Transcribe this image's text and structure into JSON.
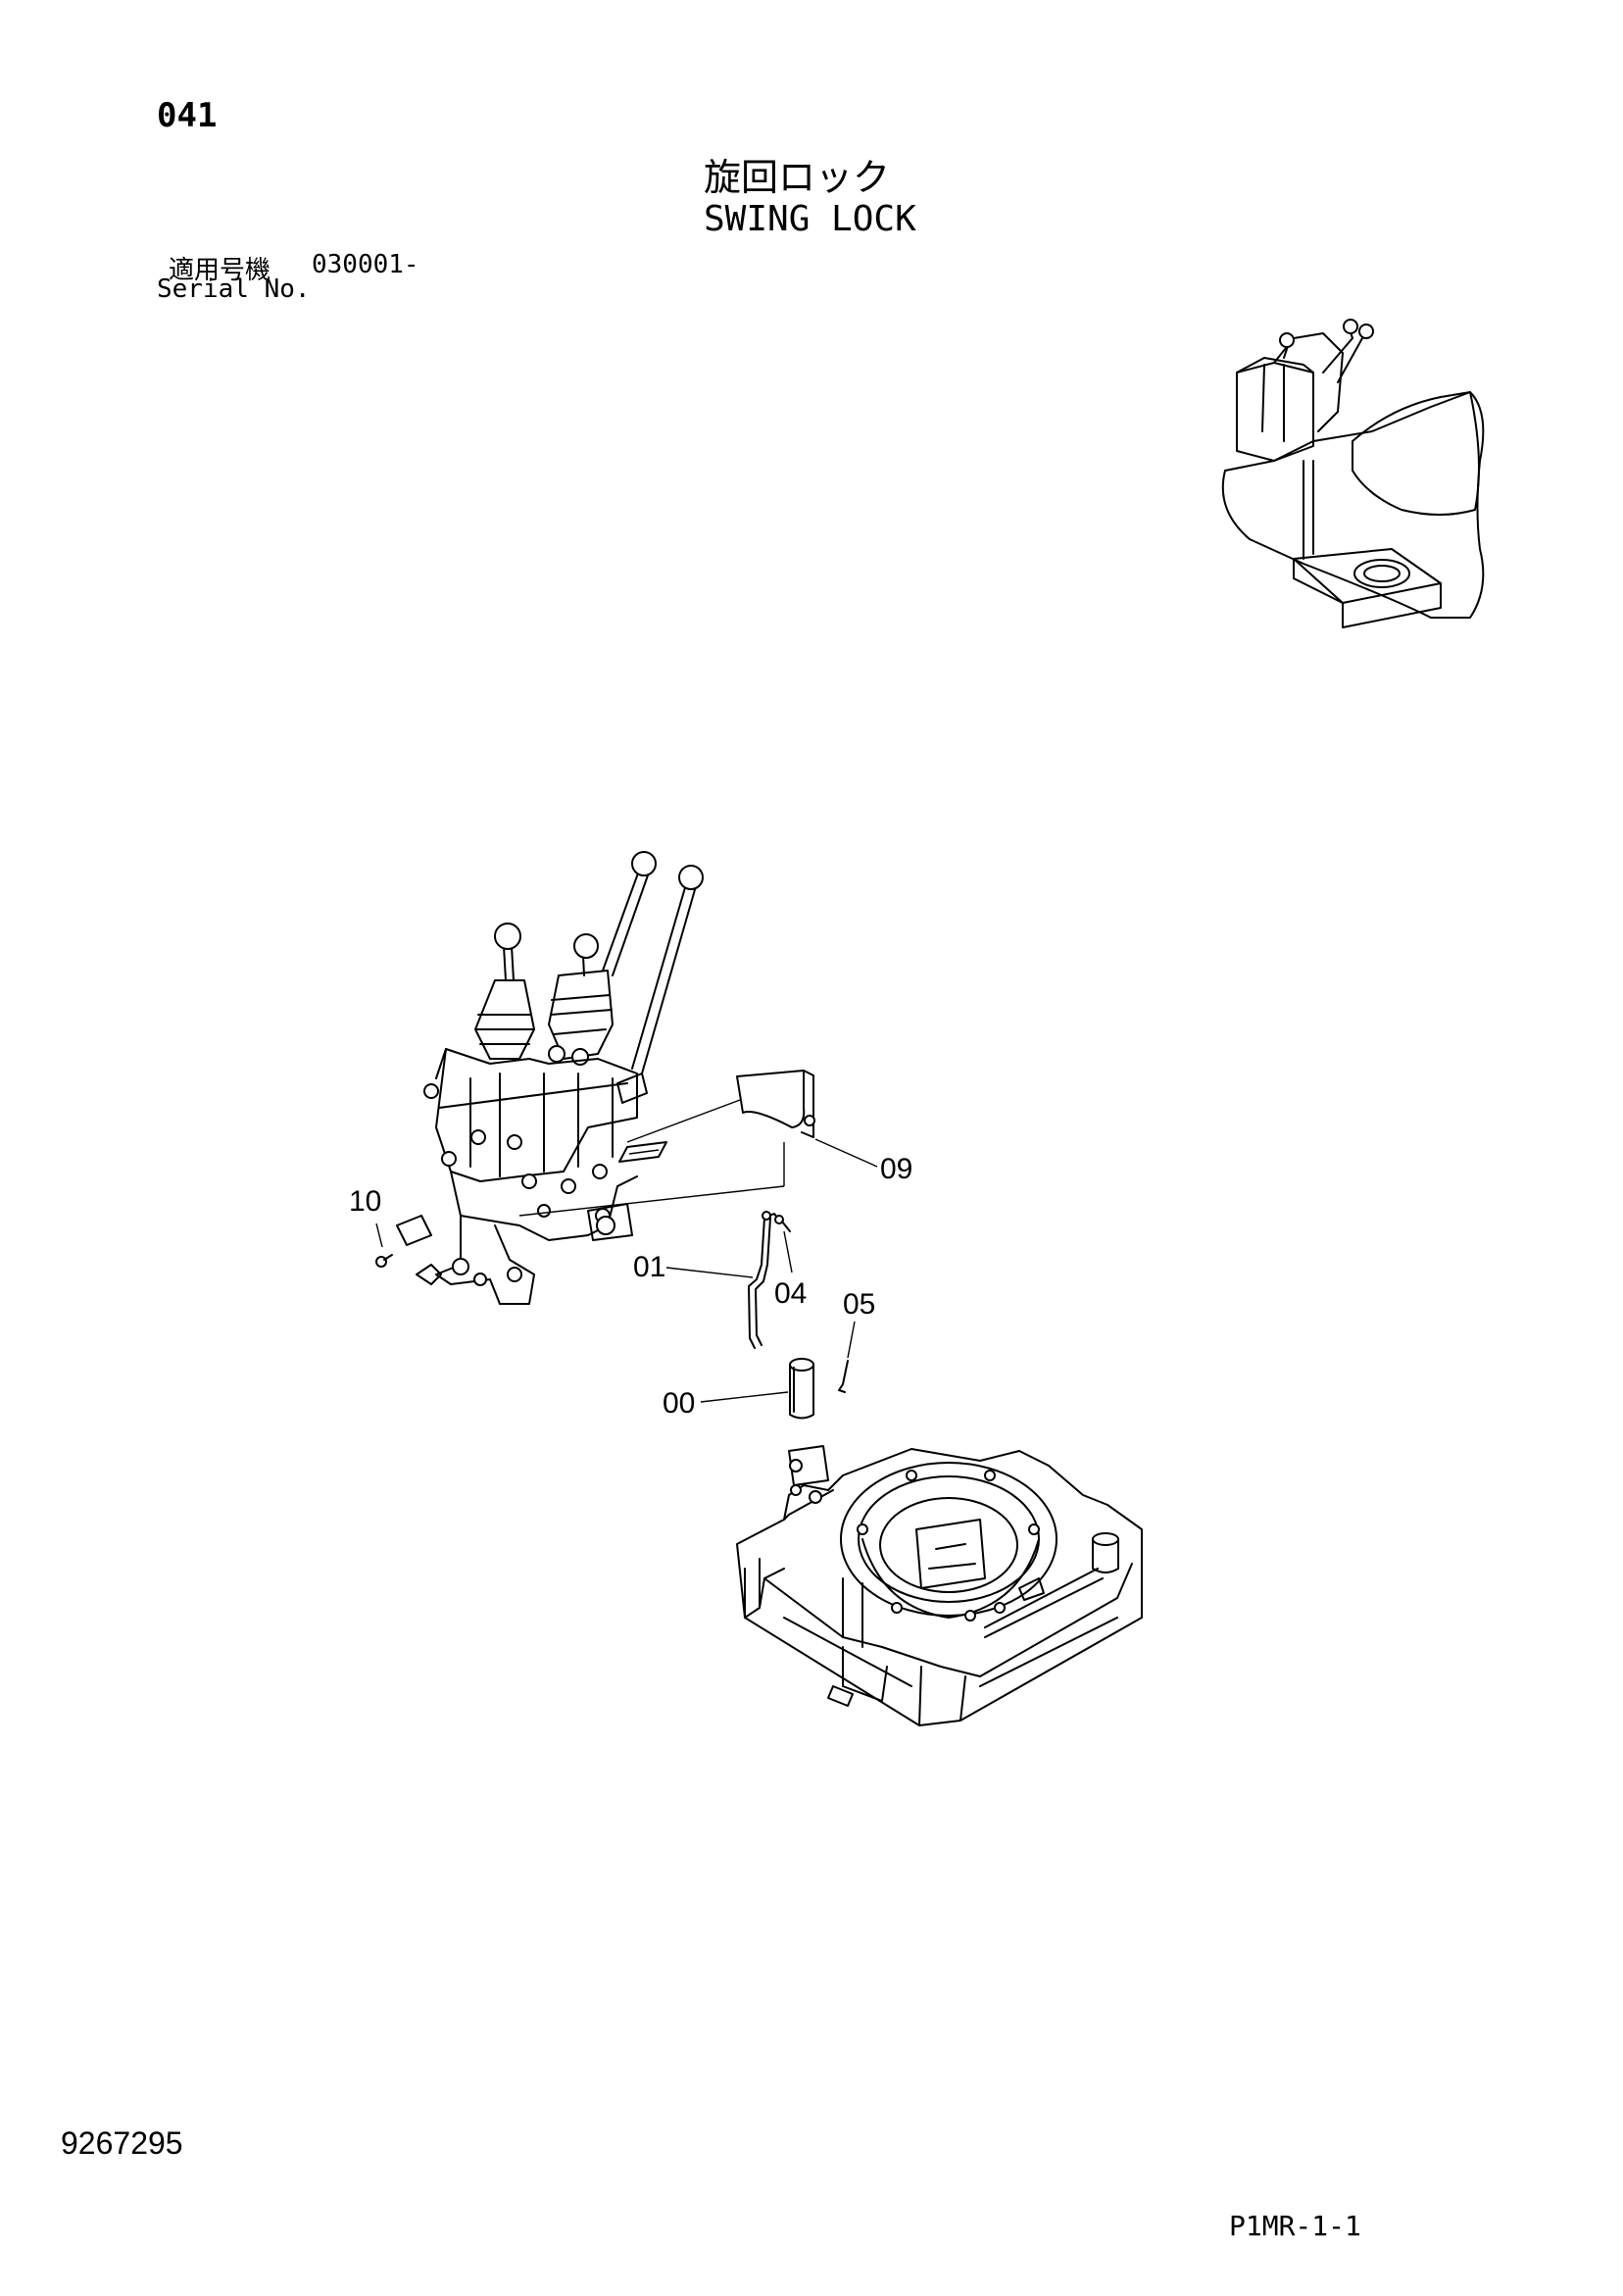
{
  "header": {
    "page_number": "041",
    "title_ja": "旋回ロック",
    "title_en": "SWING LOCK",
    "serial_ja": "適用号機",
    "serial_from": "030001-",
    "serial_en": "Serial No."
  },
  "callouts": [
    {
      "id": "09",
      "label": "09"
    },
    {
      "id": "10",
      "label": "10"
    },
    {
      "id": "01",
      "label": "01"
    },
    {
      "id": "04",
      "label": "04"
    },
    {
      "id": "05",
      "label": "05"
    },
    {
      "id": "00",
      "label": "00"
    }
  ],
  "footer": {
    "doc_number": "9267295",
    "sheet_code": "P1MR-1-1"
  }
}
